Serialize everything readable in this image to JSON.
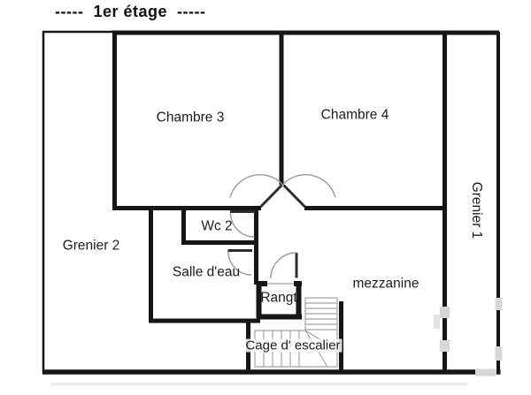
{
  "title": "-----  1er étage  -----",
  "rooms": [
    {
      "label": "Chambre 3"
    },
    {
      "label": "Chambre 4"
    },
    {
      "label": "Grenier 1"
    },
    {
      "label": "Grenier 2"
    },
    {
      "label": "Wc 2"
    },
    {
      "label": "Salle d'eau"
    },
    {
      "label": "Rangt"
    },
    {
      "label": "mezzanine"
    },
    {
      "label": "Cage d' escalier"
    }
  ],
  "colors": {
    "wall": "#161616",
    "door_leaf": "#2e2e2e",
    "door_arc": "#9a9a9a",
    "stair": "#a3a3a3",
    "watermark": "#d7d7d7",
    "background": "#ffffff"
  }
}
